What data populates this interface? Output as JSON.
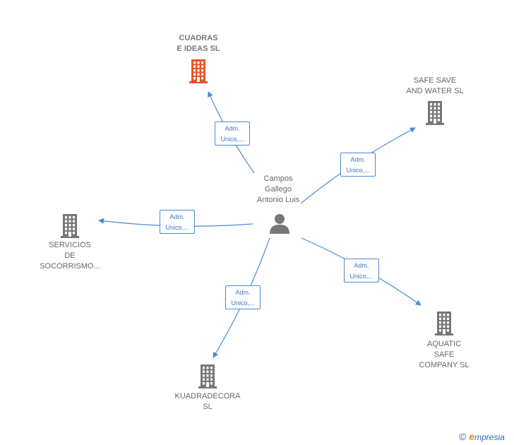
{
  "center": {
    "name_lines": [
      "Campos",
      "Gallego",
      "Antonio Luis"
    ],
    "icon": "person-icon"
  },
  "companies": [
    {
      "key": "cuadras",
      "lines": [
        "CUADRAS",
        "E IDEAS  SL"
      ],
      "highlight": true,
      "color": "#e8552a"
    },
    {
      "key": "safesave",
      "lines": [
        "SAFE SAVE",
        "AND WATER  SL"
      ],
      "highlight": false,
      "color": "#777777"
    },
    {
      "key": "servicios",
      "lines": [
        "SERVICIOS",
        "DE",
        "SOCORRISMO..."
      ],
      "highlight": false,
      "color": "#777777"
    },
    {
      "key": "aquatic",
      "lines": [
        "AQUATIC",
        "SAFE",
        "COMPANY  SL"
      ],
      "highlight": false,
      "color": "#777777"
    },
    {
      "key": "kuadradecora",
      "lines": [
        "KUADRADECORA",
        "SL"
      ],
      "highlight": false,
      "color": "#777777"
    }
  ],
  "roles": [
    {
      "lines": [
        "Adm.",
        "Unico,..."
      ]
    },
    {
      "lines": [
        "Adm.",
        "Unico,..."
      ]
    },
    {
      "lines": [
        "Adm.",
        "Unico,..."
      ]
    },
    {
      "lines": [
        "Adm.",
        "Unico,..."
      ]
    },
    {
      "lines": [
        "Adm.",
        "Unico,..."
      ]
    }
  ],
  "colors": {
    "edge": "#4a8ad4",
    "building": "#777777",
    "highlight_building": "#e8552a"
  },
  "footer": {
    "copyright": "©",
    "brand_initial": "e",
    "brand_rest": "mpresia"
  }
}
